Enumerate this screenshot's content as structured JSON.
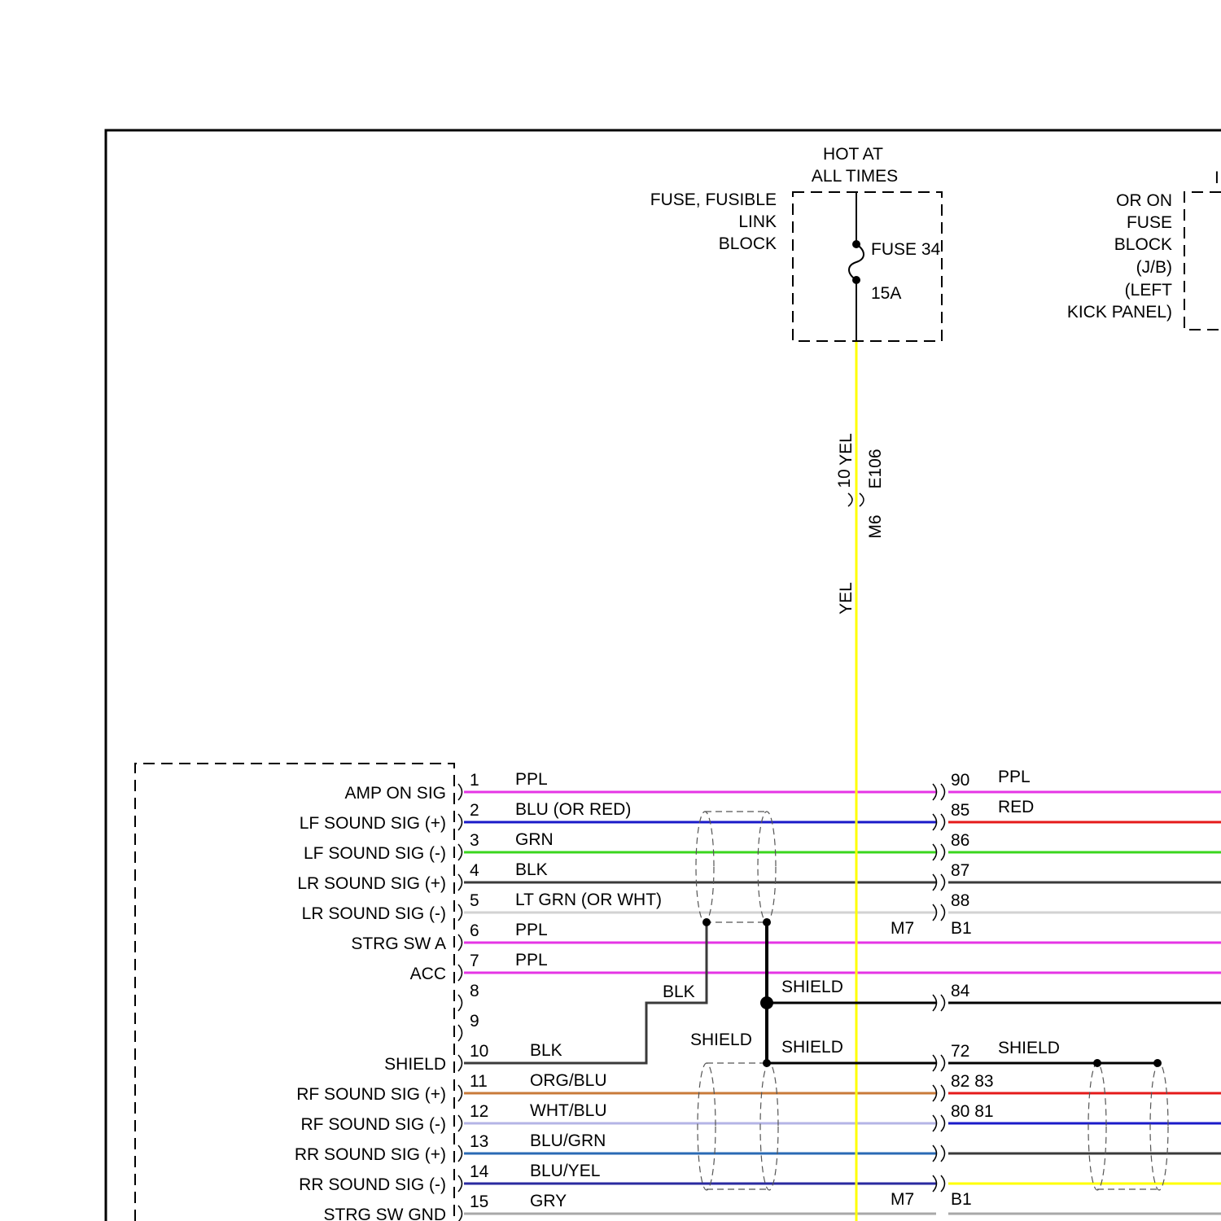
{
  "top_source": {
    "hot_line1": "HOT AT",
    "hot_line2": "ALL TIMES",
    "block_label": [
      "FUSE, FUSIBLE",
      "LINK",
      "BLOCK"
    ],
    "fuse_name": "FUSE 34",
    "fuse_rating": "15A"
  },
  "right_source": {
    "partial_top": "I",
    "label": [
      "OR ON",
      "FUSE",
      "BLOCK",
      "(J/B)",
      "(LEFT",
      "KICK PANEL)"
    ]
  },
  "feed_wire": {
    "color_upper": "YEL",
    "color_lower": "YEL",
    "pin": "10",
    "connector_female": "E106",
    "connector_male": "M6",
    "hex": "#ffff00"
  },
  "left_connector_labels": [
    "AMP ON SIG",
    "LF SOUND SIG (+)",
    "LF SOUND SIG (-)",
    "LR SOUND SIG (+)",
    "LR SOUND SIG (-)",
    "STRG SW A",
    "ACC",
    "",
    "",
    "SHIELD",
    "RF SOUND SIG (+)",
    "RF SOUND SIG (-)",
    "RR SOUND SIG (+)",
    "RR SOUND SIG (-)",
    "STRG SW GND"
  ],
  "wires": [
    {
      "pin": "1",
      "color": "PPL",
      "hex": "#e535e5",
      "to_pin": "90",
      "to_color": "PPL",
      "to_hex": "#e535e5"
    },
    {
      "pin": "2",
      "color": "BLU (OR RED)",
      "hex": "#1a1ac8",
      "to_pin": "85",
      "to_color": "RED",
      "to_hex": "#e51a1a"
    },
    {
      "pin": "3",
      "color": "GRN",
      "hex": "#3ad61e",
      "to_pin": "86",
      "to_color": "",
      "to_hex": "#3ad61e"
    },
    {
      "pin": "4",
      "color": "BLK",
      "hex": "#3a3a3a",
      "to_pin": "87",
      "to_color": "",
      "to_hex": "#3a3a3a"
    },
    {
      "pin": "5",
      "color": "LT GRN  (OR WHT)",
      "hex": "#d2d2d2",
      "to_pin": "88",
      "to_color": "",
      "to_hex": "#d2d2d2"
    },
    {
      "pin": "6",
      "color": "PPL",
      "hex": "#e535e5",
      "to_pin": "",
      "to_color": "",
      "to_hex": "#e535e5"
    },
    {
      "pin": "7",
      "color": "PPL",
      "hex": "#e535e5",
      "to_pin": "",
      "to_color": "",
      "to_hex": "#e535e5"
    },
    {
      "pin": "8",
      "color": "",
      "hex": "",
      "to_pin": "84",
      "to_color": "",
      "to_hex": "#000000"
    },
    {
      "pin": "9",
      "color": "",
      "hex": "",
      "to_pin": "",
      "to_color": "",
      "to_hex": ""
    },
    {
      "pin": "10",
      "color": "BLK",
      "hex": "#000000",
      "to_pin": "72",
      "to_color": "SHIELD",
      "to_hex": "#000000"
    },
    {
      "pin": "11",
      "color": "ORG/BLU",
      "hex": "#c87a3a",
      "to_pin": "82 83",
      "to_color": "",
      "to_hex": "#e51a1a"
    },
    {
      "pin": "12",
      "color": "WHT/BLU",
      "hex": "#b4b4e6",
      "to_pin": "80 81",
      "to_color": "",
      "to_hex": "#1a1ac8"
    },
    {
      "pin": "13",
      "color": "BLU/GRN",
      "hex": "#2a6ab4",
      "to_pin": "",
      "to_color": "",
      "to_hex": "#3a3a3a"
    },
    {
      "pin": "14",
      "color": "BLU/YEL",
      "hex": "#2a2aa0",
      "to_pin": "",
      "to_color": "",
      "to_hex": "#ffff00"
    },
    {
      "pin": "15",
      "color": "GRY",
      "hex": "#a8a8a8",
      "to_pin": "",
      "to_color": "",
      "to_hex": "#a8a8a8"
    }
  ],
  "labels": {
    "conn_upper_m": "M7",
    "conn_upper_b": "B1",
    "conn_lower_m": "M7",
    "conn_lower_b": "B1",
    "blk_jumper": "BLK",
    "shield_above_splice": "SHIELD",
    "shield_to_84": "SHIELD",
    "shield_to_72": "SHIELD"
  }
}
